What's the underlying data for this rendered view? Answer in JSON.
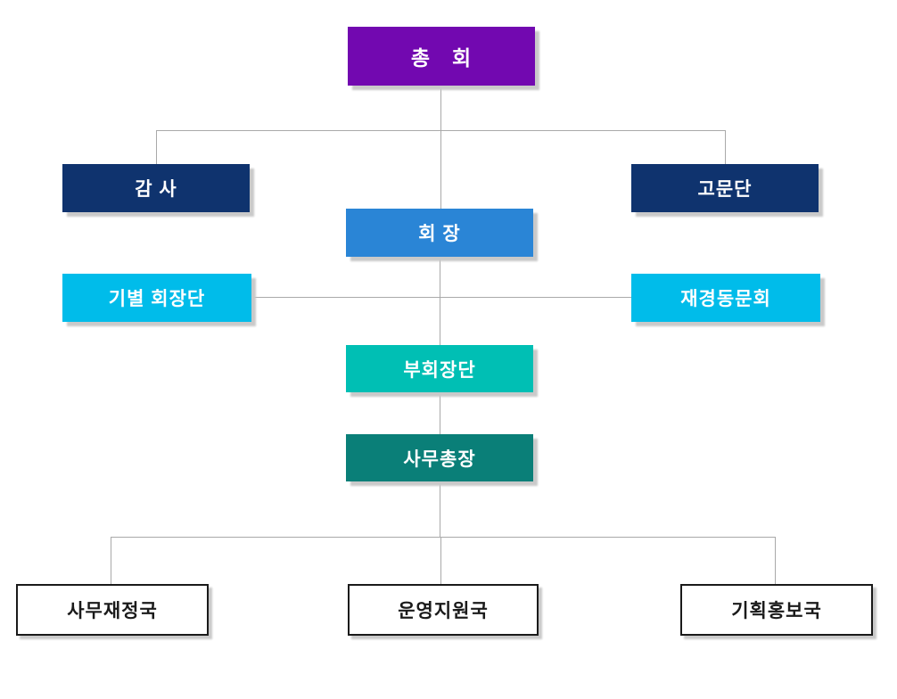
{
  "diagram_type": "organization-chart",
  "colors": {
    "general_assembly": "#7208B0",
    "audit_level": "#0F336E",
    "president": "#2A85D6",
    "alumni_groups": "#00BCEA",
    "vice_presidents": "#00BFB4",
    "secretary_general": "#0A7F78",
    "bureau_background": "#FFFFFF",
    "bureau_border": "#1A1A1A",
    "connector_line": "#A9A9A9",
    "node_text": "#FFFFFF",
    "bureau_text": "#1A1A1A"
  },
  "nodes": {
    "general_assembly": {
      "label": "총　회"
    },
    "auditor": {
      "label": "감 사"
    },
    "advisory_group": {
      "label": "고문단"
    },
    "president": {
      "label": "회 장"
    },
    "class_presidents": {
      "label": "기별 회장단"
    },
    "finance_alumni": {
      "label": "재경동문회"
    },
    "vice_presidents": {
      "label": "부회장단"
    },
    "secretary_general": {
      "label": "사무총장"
    },
    "admin_finance_bureau": {
      "label": "사무재정국"
    },
    "operations_support_bureau": {
      "label": "운영지원국"
    },
    "planning_pr_bureau": {
      "label": "기획홍보국"
    }
  },
  "edges": [
    {
      "from": "general_assembly",
      "to": "auditor"
    },
    {
      "from": "general_assembly",
      "to": "advisory_group"
    },
    {
      "from": "general_assembly",
      "to": "president"
    },
    {
      "from": "president",
      "to": "class_presidents"
    },
    {
      "from": "president",
      "to": "finance_alumni"
    },
    {
      "from": "president",
      "to": "vice_presidents"
    },
    {
      "from": "vice_presidents",
      "to": "secretary_general"
    },
    {
      "from": "secretary_general",
      "to": "admin_finance_bureau"
    },
    {
      "from": "secretary_general",
      "to": "operations_support_bureau"
    },
    {
      "from": "secretary_general",
      "to": "planning_pr_bureau"
    }
  ]
}
